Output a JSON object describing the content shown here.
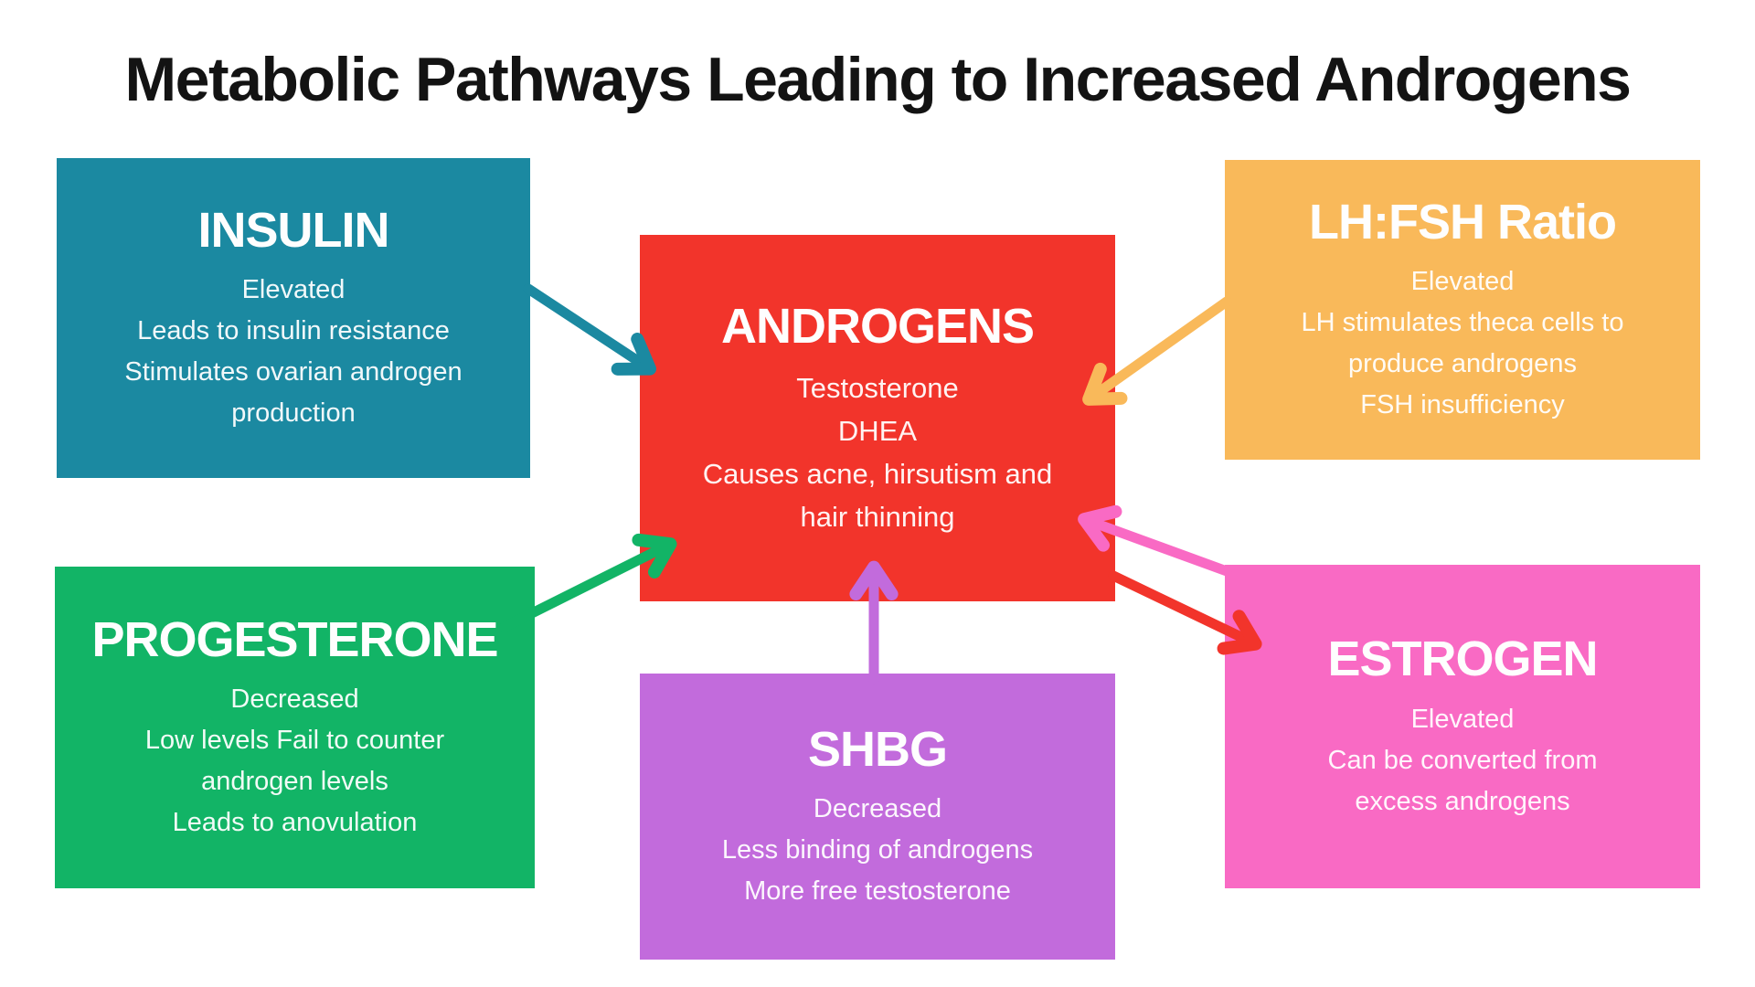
{
  "background": "#ffffff",
  "title": "Metabolic Pathways Leading to Increased Androgens",
  "title_color": "#131313",
  "boxes": [
    {
      "id": "insulin",
      "title": "INSULIN",
      "lines": [
        "Elevated",
        "Leads to insulin resistance",
        "Stimulates ovarian androgen",
        "production"
      ],
      "color": "#1B89A1",
      "text_color": "#FFFFFF"
    },
    {
      "id": "lhfsh",
      "title": "LH:FSH Ratio",
      "lines": [
        "Elevated",
        "LH stimulates theca cells to",
        "produce androgens",
        "FSH insufficiency"
      ],
      "color": "#F9B95A",
      "text_color": "#FFFFFF"
    },
    {
      "id": "androgens",
      "title": "ANDROGENS",
      "lines": [
        "Testosterone",
        "DHEA",
        "Causes acne, hirsutism and",
        "hair thinning"
      ],
      "color": "#F2342B",
      "text_color": "#FFFFFF"
    },
    {
      "id": "progesterone",
      "title": "PROGESTERONE",
      "lines": [
        "Decreased",
        "Low levels Fail to counter",
        "androgen levels",
        "Leads to anovulation"
      ],
      "color": "#12B466",
      "text_color": "#FFFFFF"
    },
    {
      "id": "shbg",
      "title": "SHBG",
      "lines": [
        "Decreased",
        "Less binding of androgens",
        "More free testosterone"
      ],
      "color": "#C26BDC",
      "text_color": "#FFFFFF"
    },
    {
      "id": "estrogen",
      "title": "ESTROGEN",
      "lines": [
        "Elevated",
        "Can be converted from",
        "excess androgens"
      ],
      "color": "#F96AC4",
      "text_color": "#FFFFFF"
    }
  ],
  "arrows": [
    {
      "name": "insulin-to-androgens",
      "color": "#1B89A1"
    },
    {
      "name": "lhfsh-to-androgens",
      "color": "#F9B95A"
    },
    {
      "name": "progesterone-to-androgens",
      "color": "#12B466"
    },
    {
      "name": "shbg-to-androgens",
      "color": "#C26BDC"
    },
    {
      "name": "estrogen-to-androgens",
      "color": "#F96AC4"
    },
    {
      "name": "androgens-to-estrogen",
      "color": "#F2342B"
    }
  ]
}
